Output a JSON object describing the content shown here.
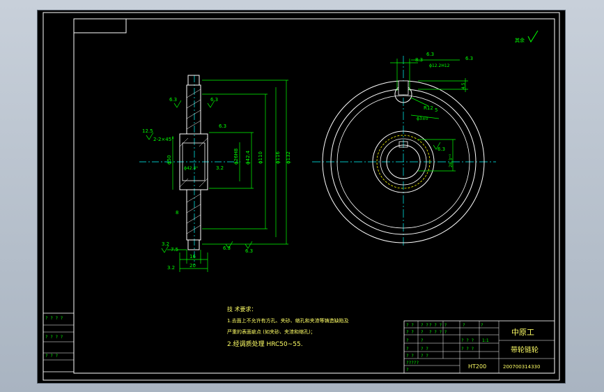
{
  "drawing": {
    "roughness_note": "其余",
    "left_view": {
      "dims_vertical": [
        "ϕ132",
        "ϕ116",
        "ϕ110",
        "ϕ42.4",
        "ϕ26H8",
        "ϕ50"
      ],
      "chamfer_note": "2-2×45°",
      "hub_label": "ϕ42.4⁰",
      "roughness": [
        "6.3",
        "6.3",
        "6.3",
        "12.5",
        "3.2",
        "3.2",
        "3.2",
        "6.3",
        "6.3"
      ],
      "dims_horizontal": [
        "16",
        "20",
        "7.5"
      ],
      "lower_dim": "8"
    },
    "right_view": {
      "dims": [
        "6.3",
        "8.3",
        "6.3",
        "ϕ12.2H12",
        "4.5",
        "R12",
        "5",
        "ϕ3±0",
        "28.3⁺⁰",
        "6.3"
      ]
    }
  },
  "tech_requirements": {
    "heading": "技 术要求：",
    "line1": "1.去面上不允许有方孔、夹砂、缩孔和夹渣等铸造缺陷及",
    "line1b": "严重的表面疵点  (如夹砂、夹渣和缩孔)；",
    "line2": "2.经调质处理  HRC50~55."
  },
  "title_block": {
    "school": "中原工",
    "part_name": "带轮链轮",
    "material": "HT200",
    "drawing_no": "200700314330",
    "scale": "1:1",
    "cells_q": [
      "? ?",
      "? ?",
      "? ? ? ?",
      "?",
      "?",
      "? ?",
      "?",
      "? ? ? ?",
      "?",
      "?????",
      "?",
      "? ? ?",
      "? ? ?",
      "?",
      "? ?",
      "? ?",
      "? ?",
      "?"
    ]
  },
  "revision_block": {
    "rows": [
      "? ? ? ?",
      "? ? ? ?",
      "? ? ?"
    ]
  },
  "colors": {
    "background": "#000000",
    "frame": "#ffffff",
    "dimension": "#00ff00",
    "centerline": "#00ffff",
    "hidden": "#ffff00",
    "text_yellow": "#ffff66"
  }
}
